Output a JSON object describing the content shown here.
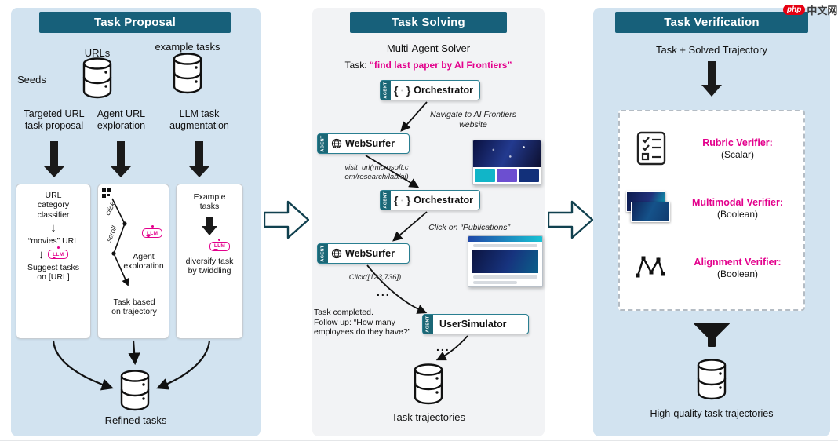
{
  "watermark": {
    "logo": "php",
    "site": "中文网"
  },
  "common": {
    "llm": "LLM",
    "agent_tag": "AGENT",
    "ellipsis": "..."
  },
  "proposal": {
    "title": "Task Proposal",
    "seeds": "Seeds",
    "urls": "URLs",
    "example_tasks": "example tasks",
    "method1": "Targeted URL\ntask proposal",
    "method2": "Agent URL\nexploration",
    "method3": "LLM task\naugmentation",
    "box1_step1": "URL\ncategory\nclassifier",
    "box1_step2": "“movies” URL",
    "box1_step3": "Suggest tasks\non [URL]",
    "box2_click": "click",
    "box2_scroll": "scroll",
    "box2_label1": "Agent\nexploration",
    "box2_label2": "Task based\non trajectory",
    "box3_step1": "Example\ntasks",
    "box3_step2": "diversify task\nby twiddling",
    "output": "Refined tasks"
  },
  "solving": {
    "title": "Task Solving",
    "subtitle": "Multi-Agent Solver",
    "task_prefix": "Task:",
    "task_text": "“find last paper by AI Frontiers”",
    "orchestrator": "Orchestrator",
    "websurfer": "WebSurfer",
    "usersimulator": "UserSimulator",
    "note_navigate": "Navigate to AI Frontiers\nwebsite",
    "note_visit": "visit_url(microsoft.c\nom/research/lab/ai)",
    "note_click_publications": "Click on “Publications”",
    "note_click_coords": "Click([123,736])",
    "followup": "Task completed.\nFollow up: “How many\nemployees do they have?”",
    "output": "Task trajectories"
  },
  "verification": {
    "title": "Task Verification",
    "input": "Task + Solved Trajectory",
    "verifiers": [
      {
        "name": "Rubric Verifier:",
        "type": "(Scalar)"
      },
      {
        "name": "Multimodal Verifier:",
        "type": "(Boolean)"
      },
      {
        "name": "Alignment Verifier:",
        "type": "(Boolean)"
      }
    ],
    "output": "High-quality task trajectories"
  },
  "colors": {
    "header_teal": "#17607A",
    "panel_blue": "#D2E3F0",
    "panel_gray": "#F2F3F5",
    "magenta": "#E3008C",
    "agent_teal": "#1B6776"
  }
}
